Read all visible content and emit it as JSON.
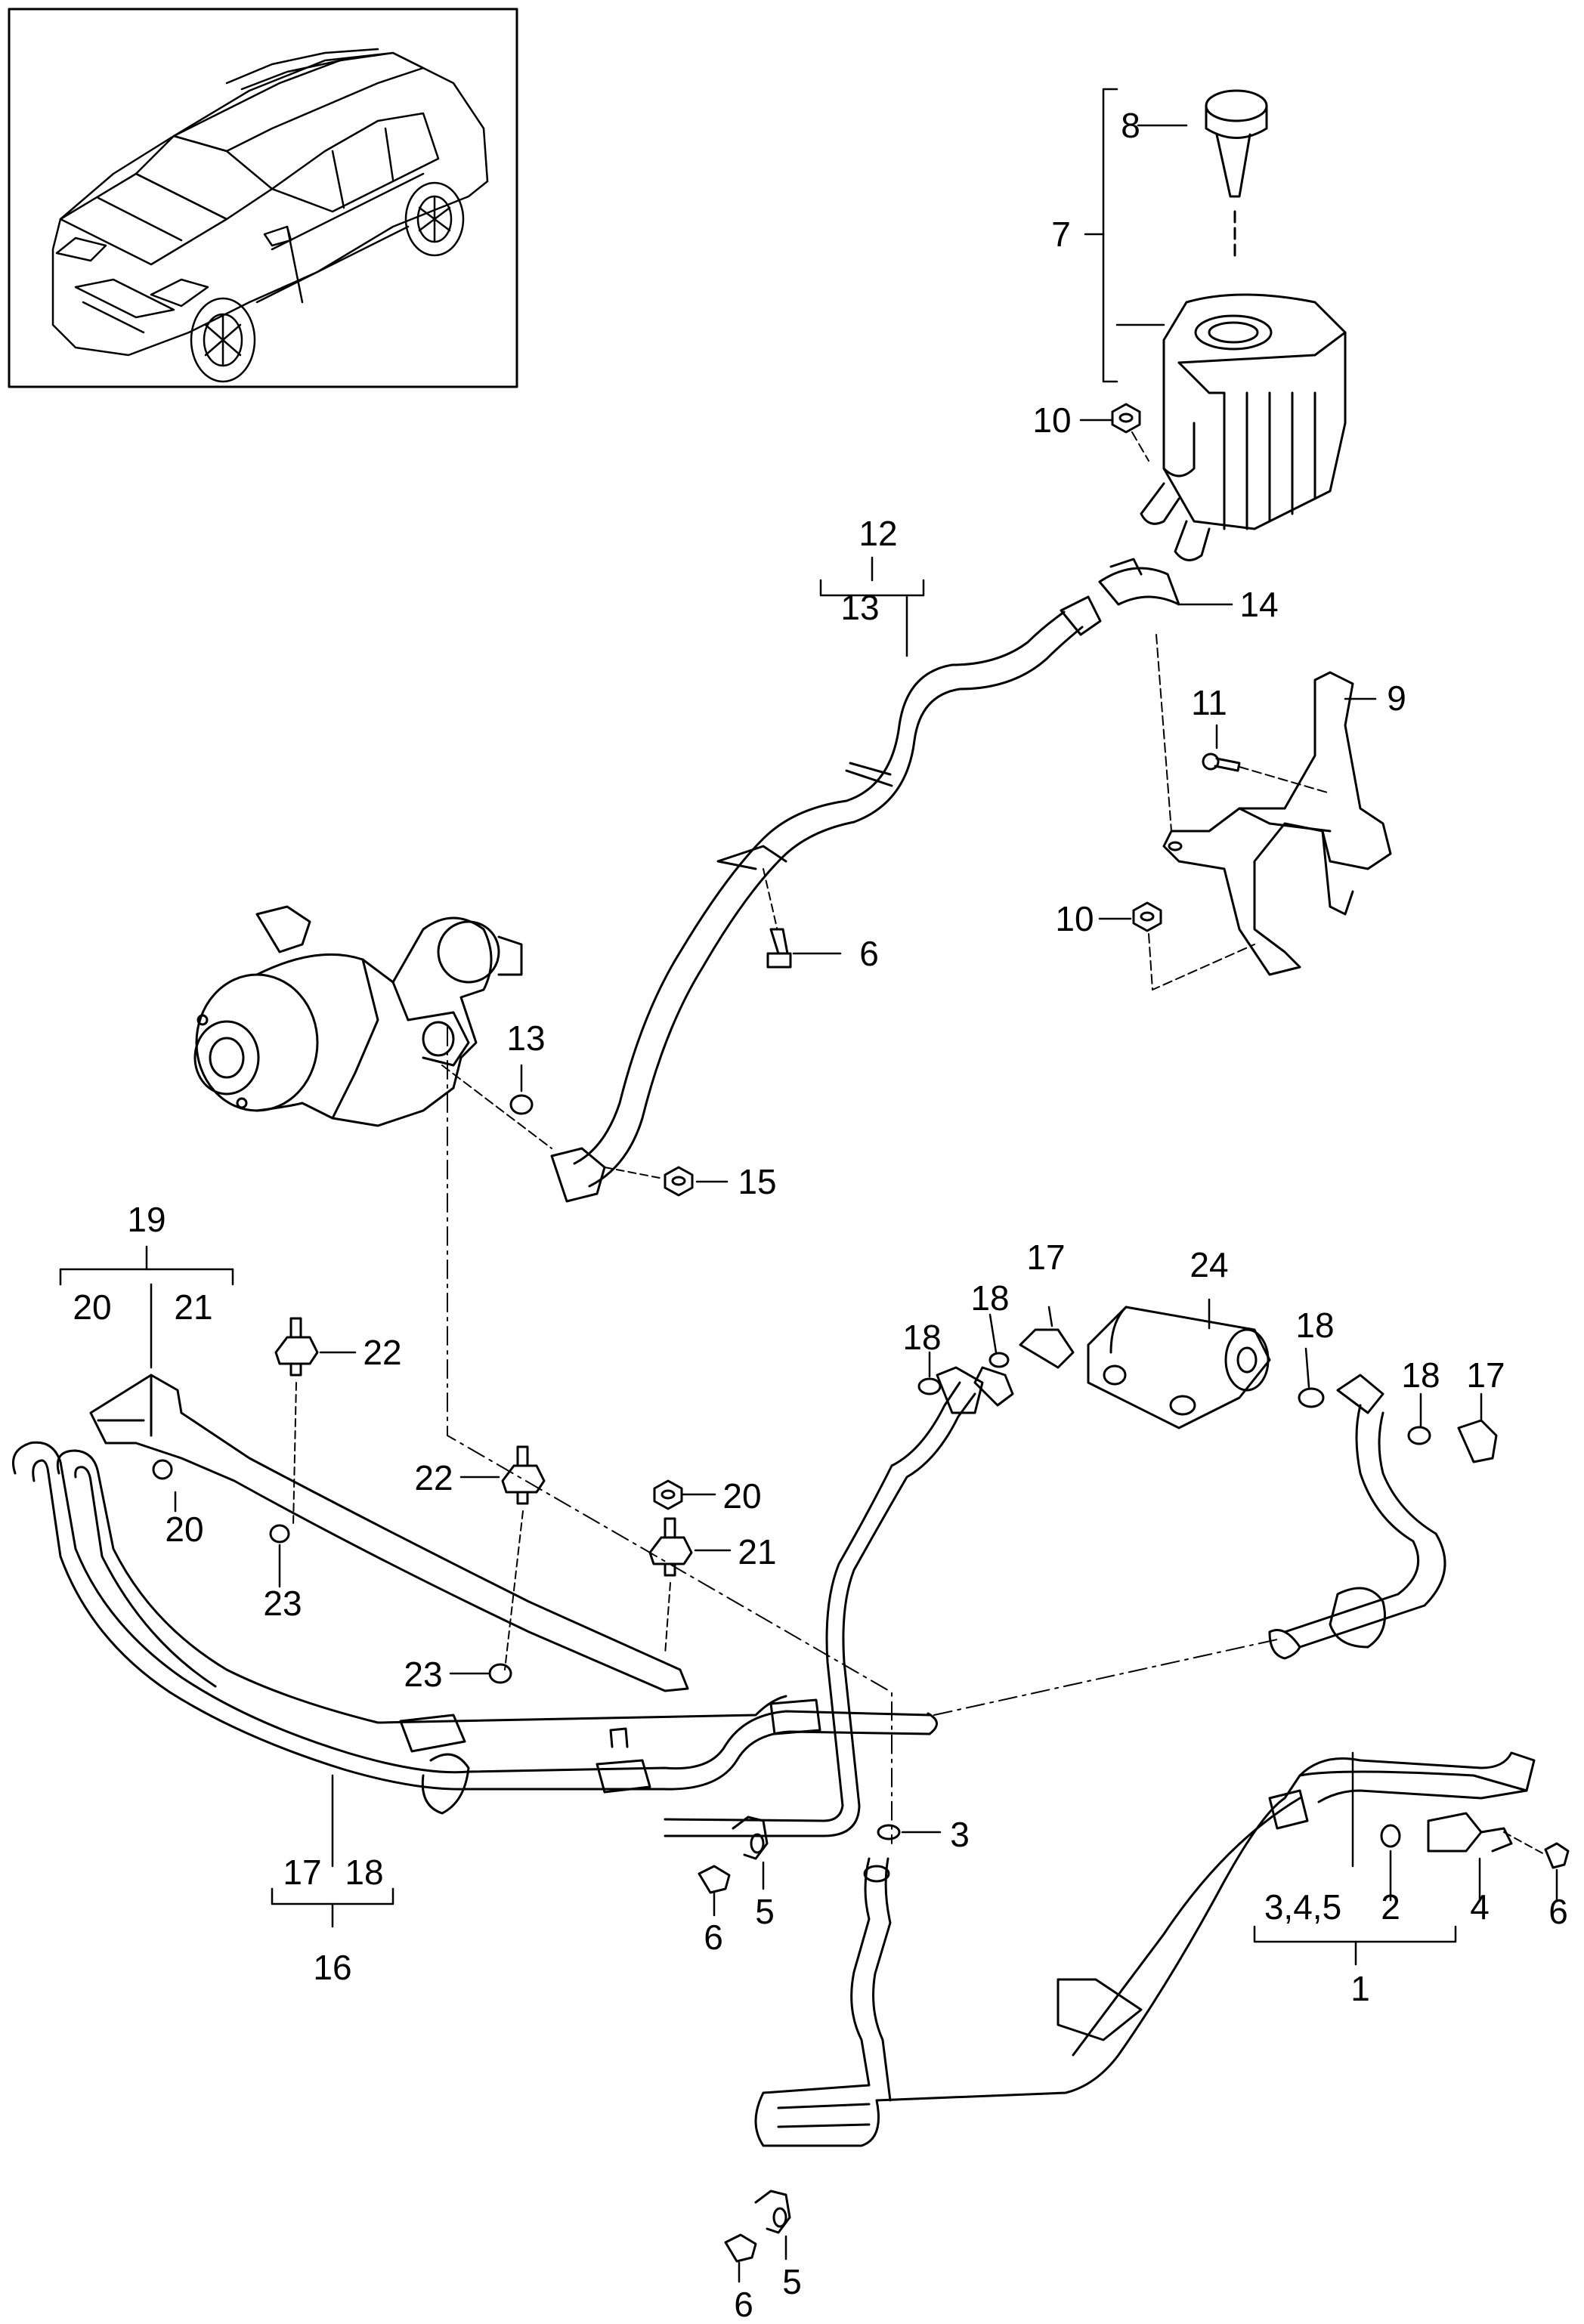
{
  "diagram": {
    "inset": {
      "image": "porsche-cayenne-suv-illustration"
    },
    "callouts": [
      {
        "id": "c8",
        "text": "8"
      },
      {
        "id": "c7",
        "text": "7"
      },
      {
        "id": "c10a",
        "text": "10"
      },
      {
        "id": "c12",
        "text": "12"
      },
      {
        "id": "c13a",
        "text": "13"
      },
      {
        "id": "c14",
        "text": "14"
      },
      {
        "id": "c11",
        "text": "11"
      },
      {
        "id": "c9",
        "text": "9"
      },
      {
        "id": "c6a",
        "text": "6"
      },
      {
        "id": "c10b",
        "text": "10"
      },
      {
        "id": "c13b",
        "text": "13"
      },
      {
        "id": "c15",
        "text": "15"
      },
      {
        "id": "c19",
        "text": "19"
      },
      {
        "id": "c20a",
        "text": "20"
      },
      {
        "id": "c21a",
        "text": "21"
      },
      {
        "id": "c17a",
        "text": "17"
      },
      {
        "id": "c24",
        "text": "24"
      },
      {
        "id": "c18a",
        "text": "18"
      },
      {
        "id": "c18b",
        "text": "18"
      },
      {
        "id": "c18c",
        "text": "18"
      },
      {
        "id": "c18d",
        "text": "18"
      },
      {
        "id": "c17b",
        "text": "17"
      },
      {
        "id": "c22a",
        "text": "22"
      },
      {
        "id": "c20b",
        "text": "20"
      },
      {
        "id": "c22b",
        "text": "22"
      },
      {
        "id": "c20c",
        "text": "20"
      },
      {
        "id": "c21b",
        "text": "21"
      },
      {
        "id": "c23a",
        "text": "23"
      },
      {
        "id": "c23b",
        "text": "23"
      },
      {
        "id": "c3",
        "text": "3"
      },
      {
        "id": "c17c",
        "text": "17"
      },
      {
        "id": "c18e",
        "text": "18"
      },
      {
        "id": "c16",
        "text": "16"
      },
      {
        "id": "c6b",
        "text": "6"
      },
      {
        "id": "c5a",
        "text": "5"
      },
      {
        "id": "c345",
        "text": "3,4,5"
      },
      {
        "id": "c2",
        "text": "2"
      },
      {
        "id": "c4",
        "text": "4"
      },
      {
        "id": "c6c",
        "text": "6"
      },
      {
        "id": "c1",
        "text": "1"
      },
      {
        "id": "c5b",
        "text": "5"
      },
      {
        "id": "c6d",
        "text": "6"
      }
    ]
  }
}
